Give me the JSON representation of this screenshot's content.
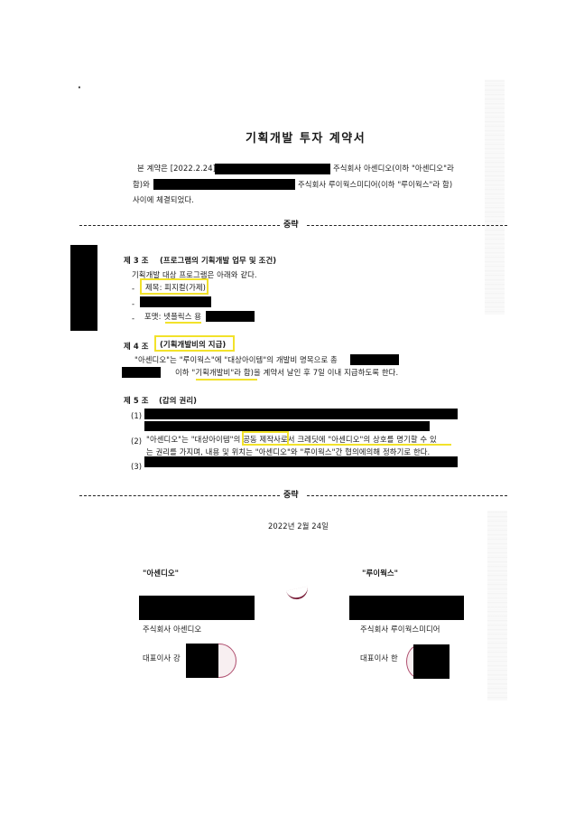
{
  "document": {
    "mark": "·",
    "title": "기획개발 투자 계약서",
    "intro": {
      "line1_a": "본 계약은 [2022.2.24]",
      "line1_b": "주식회사 아센디오(이하 \"아센디오\"라",
      "line2_a": "함)와",
      "line2_b": "주식회사 루이웍스미디어(이하 \"루이웍스\"라 함)",
      "line3": "사이에 체결되었다."
    },
    "divider1": {
      "label": "중략"
    },
    "article3": {
      "heading_num": "제 3 조",
      "heading_title": "(프로그램의 기획개발 업무 및 조건)",
      "lead": "기획개발 대상 프로그램은 아래와 같다.",
      "items": [
        {
          "bullet": "-",
          "text": "제목: 피지컬(가제)"
        },
        {
          "bullet": "-",
          "text": ""
        },
        {
          "bullet": "-",
          "text": "포맷: 넷플릭스 용"
        }
      ]
    },
    "article4": {
      "heading_num": "제 4 조",
      "heading_title": "(기획개발비의 지급)",
      "line1": "\"아센디오\"는 \"루이웍스\"에 \"대상아이템\"의 개발비 명목으로 총",
      "line2": "이하 \"기획개발비\"라 함)을 계약서 날인 후 7일 이내 지급하도록 한다."
    },
    "article5": {
      "heading_num": "제 5 조",
      "heading_title": "(갑의 권리)",
      "items": [
        {
          "num": "(1)",
          "text": ""
        },
        {
          "num": "(2)",
          "line1_a": "\"아센디오\"는 \"대상아이템\"의 ",
          "line1_hl": "공동 제작사",
          "line1_b": "로서 크레딧에 \"아센디오\"의 상호를 명기할 수 있",
          "line2": "는 권리를 가지며, 내용 및 위치는 \"아센디오\"와 \"루이웍스\"간 협의에의해 정하기로 한다."
        },
        {
          "num": "(3)",
          "text": ""
        }
      ]
    },
    "divider2": {
      "label": "중략"
    },
    "date": "2022년 2월 24일",
    "parties": [
      {
        "alias": "\"아센디오\"",
        "company": "주식회사 아센디오",
        "rep": "대표이사 강"
      },
      {
        "alias": "\"루이웍스\"",
        "company": "주식회사 루이웍스미디어",
        "rep": "대표이사 한"
      }
    ],
    "colors": {
      "highlight": "#f2e22a",
      "redaction": "#000000",
      "seal": "#b05070"
    }
  }
}
